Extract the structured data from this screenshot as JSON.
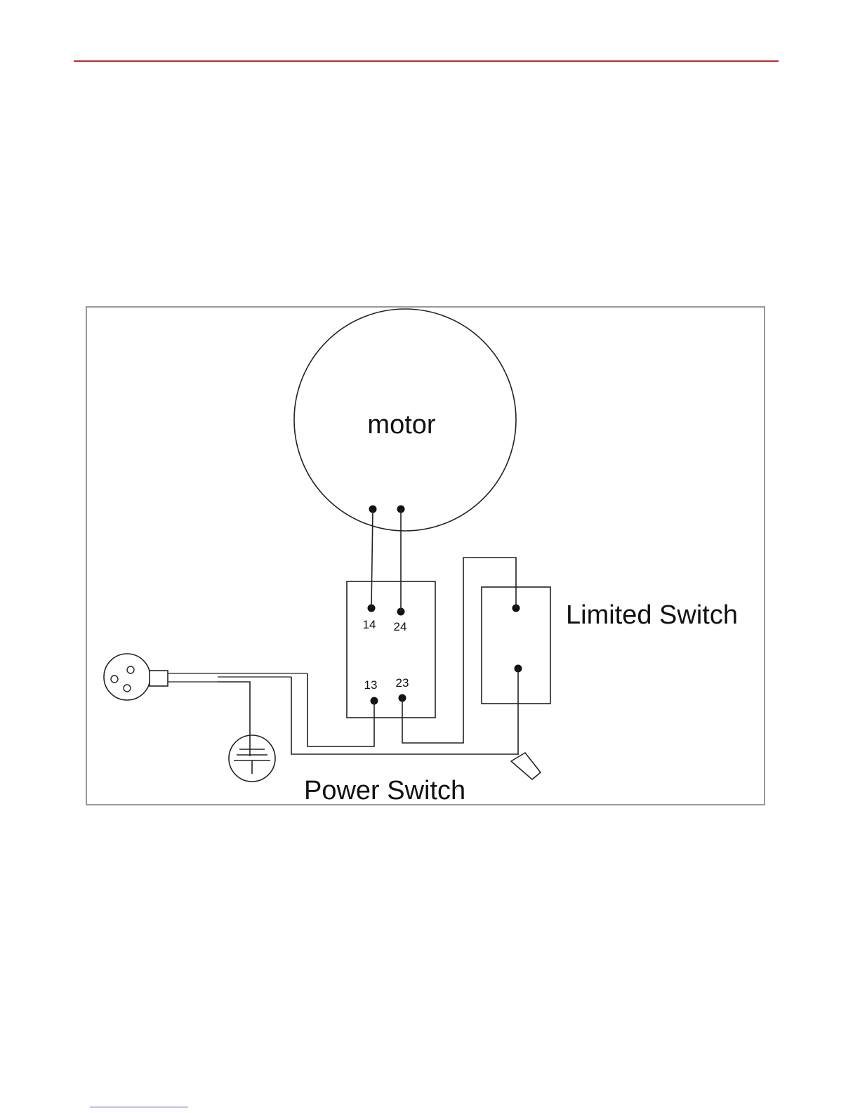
{
  "header": {
    "rule_color": "#c0282a"
  },
  "diagram": {
    "motor_label": "motor",
    "limited_switch_label": "Limited Switch",
    "power_switch_label": "Power Switch",
    "terminals": {
      "t14": "14",
      "t24": "24",
      "t13": "13",
      "t23": "23"
    }
  },
  "footer": {
    "link_color": "#4a4acf"
  }
}
